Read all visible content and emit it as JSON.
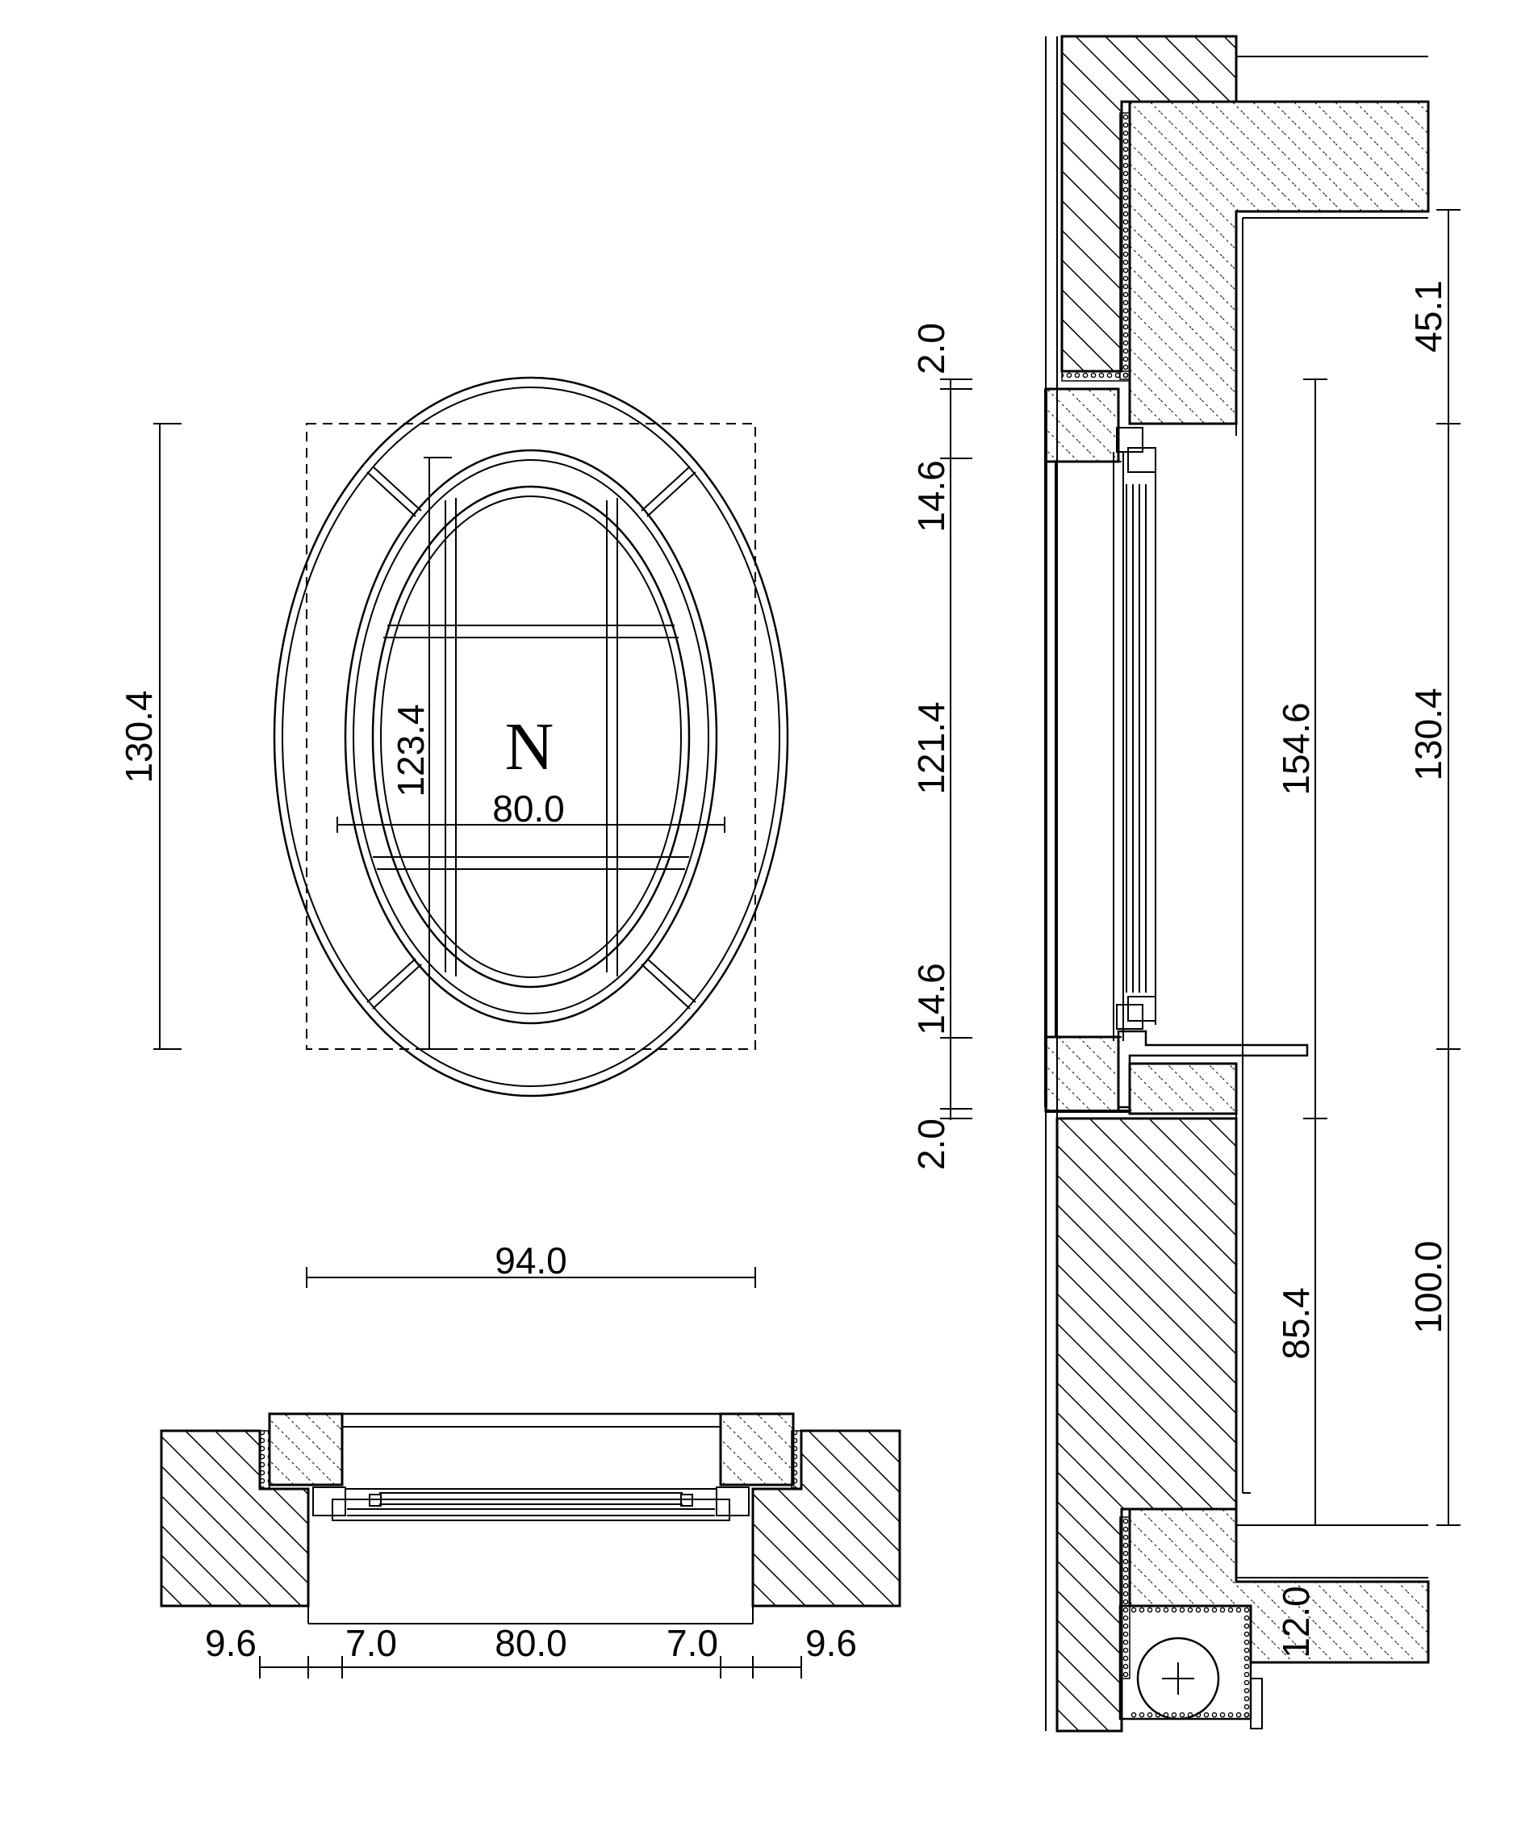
{
  "window_mark": "N",
  "elevation": {
    "height": "130.4",
    "width": "94.0",
    "glass_height": "123.4",
    "glass_width": "80.0"
  },
  "section": {
    "frame_top": "2.0",
    "jamb_top": "14.6",
    "opening": "121.4",
    "jamb_bottom": "14.6",
    "frame_bottom": "2.0",
    "top_to_ceiling": "45.1",
    "window_height": "130.4",
    "sill_height": "100.0",
    "opening_overall": "154.6",
    "below_opening": "85.4",
    "floor_slab": "12.0"
  },
  "plan": {
    "wall_left": "9.6",
    "jamb_left": "7.0",
    "opening": "80.0",
    "jamb_right": "7.0",
    "wall_right": "9.6"
  }
}
